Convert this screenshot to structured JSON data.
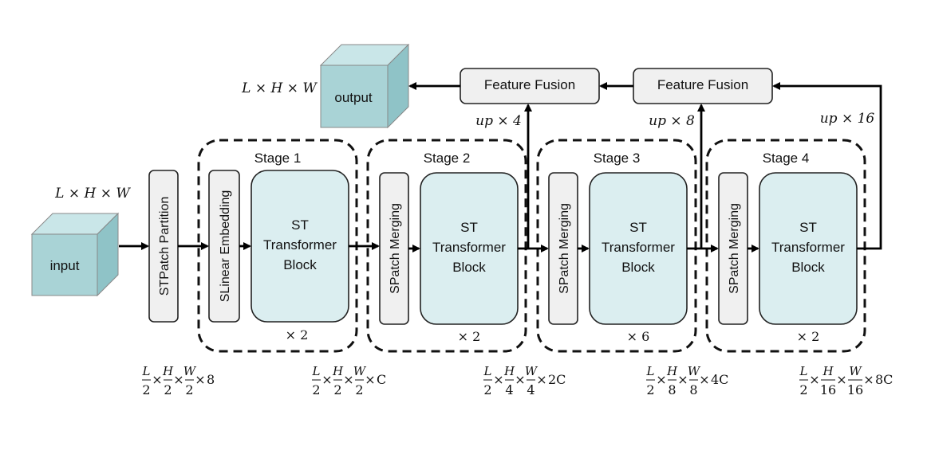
{
  "input": {
    "label": "input",
    "dims": "L × H × W"
  },
  "output": {
    "label": "output",
    "dims": "L × H × W"
  },
  "patch_partition": "STPatch Partition",
  "stages": [
    {
      "title": "Stage 1",
      "entry": "SLinear Embedding",
      "block_lines": [
        "ST",
        "Transformer",
        "Block"
      ],
      "repeat": "× 2"
    },
    {
      "title": "Stage 2",
      "entry": "SPatch Merging",
      "block_lines": [
        "ST",
        "Transformer",
        "Block"
      ],
      "repeat": "× 2"
    },
    {
      "title": "Stage 3",
      "entry": "SPatch Merging",
      "block_lines": [
        "ST",
        "Transformer",
        "Block"
      ],
      "repeat": "× 6"
    },
    {
      "title": "Stage 4",
      "entry": "SPatch Merging",
      "block_lines": [
        "ST",
        "Transformer",
        "Block"
      ],
      "repeat": "× 2"
    }
  ],
  "fusion": [
    {
      "label": "Feature Fusion"
    },
    {
      "label": "Feature Fusion"
    }
  ],
  "upsample": [
    "up × 4",
    "up × 8",
    "up × 16"
  ],
  "shapes": [
    {
      "l": [
        "L",
        "2"
      ],
      "h": [
        "H",
        "2"
      ],
      "w": [
        "W",
        "2"
      ],
      "c": "8"
    },
    {
      "l": [
        "L",
        "2"
      ],
      "h": [
        "H",
        "2"
      ],
      "w": [
        "W",
        "2"
      ],
      "c": "C"
    },
    {
      "l": [
        "L",
        "2"
      ],
      "h": [
        "H",
        "4"
      ],
      "w": [
        "W",
        "4"
      ],
      "c": "2C"
    },
    {
      "l": [
        "L",
        "2"
      ],
      "h": [
        "H",
        "8"
      ],
      "w": [
        "W",
        "8"
      ],
      "c": "4C"
    },
    {
      "l": [
        "L",
        "2"
      ],
      "h": [
        "H",
        "16"
      ],
      "w": [
        "W",
        "16"
      ],
      "c": "8C"
    }
  ],
  "colors": {
    "cube": "#a9d3d6",
    "block": "#dbeef0",
    "box": "#f0f0f0"
  }
}
